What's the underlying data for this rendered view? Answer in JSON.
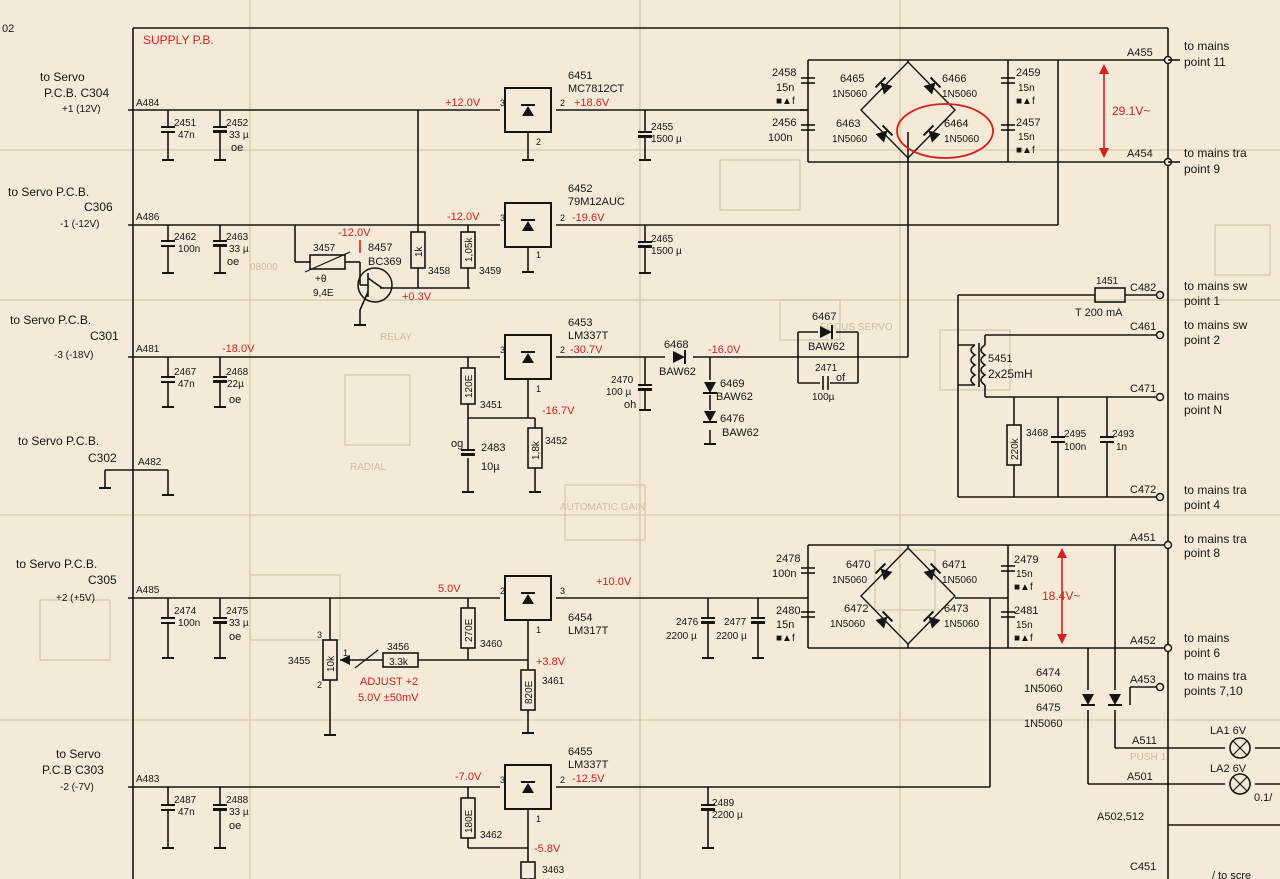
{
  "page_ref": "02",
  "board_title": "SUPPLY  P.B.",
  "left_connectors": [
    {
      "dest": "to Servo",
      "dest2": "P.C.B. C304",
      "rail": "+1 (12V)",
      "pin": "A484"
    },
    {
      "dest": "to Servo P.C.B.",
      "dest2": "C306",
      "rail": "-1 (-12V)",
      "pin": "A486"
    },
    {
      "dest": "to Servo P.C.B.",
      "dest2": "C301",
      "rail": "-3 (-18V)",
      "pin": "A481"
    },
    {
      "dest": "to Servo P.C.B.",
      "dest2": "C302",
      "rail": "",
      "pin": "A482"
    },
    {
      "dest": "to Servo P.C.B.",
      "dest2": "C305",
      "rail": "+2 (+5V)",
      "pin": "A485"
    },
    {
      "dest": "to Servo",
      "dest2": "P.C.B  C303",
      "rail": "-2 (-7V)",
      "pin": "A483"
    }
  ],
  "right_connectors": [
    {
      "pin": "A455",
      "dest": "to mains",
      "point": "point 11"
    },
    {
      "pin": "A454",
      "dest": "to mains tra",
      "point": "point 9"
    },
    {
      "pin": "C482",
      "dest": "to mains sw",
      "point": "point 1"
    },
    {
      "pin": "C461",
      "dest": "to mains sw",
      "point": "point 2"
    },
    {
      "pin": "C471",
      "dest": "to mains",
      "point": "point N"
    },
    {
      "pin": "C472",
      "dest": "to mains tra",
      "point": "point 4"
    },
    {
      "pin": "A451",
      "dest": "to mains tra",
      "point": "point 8"
    },
    {
      "pin": "A452",
      "dest": "to mains",
      "point": "point 6"
    },
    {
      "pin": "A453",
      "dest": "to mains tra",
      "point": "points 7,10"
    }
  ],
  "regulators": [
    {
      "ref": "6451",
      "type": "MC7812CT"
    },
    {
      "ref": "6452",
      "type": "79M12AUC"
    },
    {
      "ref": "6453",
      "type": "LM337T"
    },
    {
      "ref": "6454",
      "type": "LM317T"
    },
    {
      "ref": "6455",
      "type": "LM337T"
    }
  ],
  "capacitors": [
    {
      "ref": "2451",
      "value": "47n"
    },
    {
      "ref": "2452",
      "value": "33 µ",
      "note": "oe"
    },
    {
      "ref": "2455",
      "value": "1500 µ"
    },
    {
      "ref": "2462",
      "value": "100n"
    },
    {
      "ref": "2463",
      "value": "33 µ",
      "note": "oe"
    },
    {
      "ref": "2465",
      "value": "1500 µ"
    },
    {
      "ref": "2467",
      "value": "47n"
    },
    {
      "ref": "2468",
      "value": "22µ",
      "note": "oe"
    },
    {
      "ref": "2470",
      "value": "100 µ",
      "note": "oh"
    },
    {
      "ref": "2471",
      "value": "100µ",
      "note": "of"
    },
    {
      "ref": "2483",
      "value": "10µ",
      "note": "og"
    },
    {
      "ref": "2474",
      "value": "100n"
    },
    {
      "ref": "2475",
      "value": "33 µ",
      "note": "oe"
    },
    {
      "ref": "2476",
      "value": "2200 µ"
    },
    {
      "ref": "2477",
      "value": "2200 µ"
    },
    {
      "ref": "2487",
      "value": "47n"
    },
    {
      "ref": "2488",
      "value": "33 µ",
      "note": "oe"
    },
    {
      "ref": "2489",
      "value": "2200 µ"
    },
    {
      "ref": "2458",
      "value": "15n",
      "note": "■▲f"
    },
    {
      "ref": "2456",
      "value": "100n"
    },
    {
      "ref": "2459",
      "value": "15n",
      "note": "■▲f"
    },
    {
      "ref": "2457",
      "value": "15n",
      "note": "■▲f"
    },
    {
      "ref": "2478",
      "value": "100n"
    },
    {
      "ref": "2480",
      "value": "15n",
      "note": "■▲f"
    },
    {
      "ref": "2479",
      "value": "15n",
      "note": "■▲f"
    },
    {
      "ref": "2481",
      "value": "15n",
      "note": "■▲f"
    },
    {
      "ref": "2495",
      "value": "100n"
    },
    {
      "ref": "2493",
      "value": "1n"
    }
  ],
  "resistors": [
    {
      "ref": "3457",
      "value": "+θ",
      "note": "9,4E"
    },
    {
      "ref": "3458",
      "value": "1k"
    },
    {
      "ref": "3459",
      "value": "1,05k"
    },
    {
      "ref": "3451",
      "value": "120E"
    },
    {
      "ref": "3452",
      "value": "1,8k"
    },
    {
      "ref": "3455",
      "value": "10k"
    },
    {
      "ref": "3456",
      "value": "3.3k"
    },
    {
      "ref": "3460",
      "value": "270E"
    },
    {
      "ref": "3461",
      "value": "820E"
    },
    {
      "ref": "3462",
      "value": "180E"
    },
    {
      "ref": "3463",
      "value": ""
    },
    {
      "ref": "3468",
      "value": "220k"
    },
    {
      "ref": "1451",
      "value": "T  200  mA"
    }
  ],
  "diodes": [
    {
      "ref": "6465",
      "type": "1N5060"
    },
    {
      "ref": "6466",
      "type": "1N5060"
    },
    {
      "ref": "6463",
      "type": "1N5060"
    },
    {
      "ref": "6464",
      "type": "1N5060"
    },
    {
      "ref": "6468",
      "type": "BAW62"
    },
    {
      "ref": "6467",
      "type": "BAW62"
    },
    {
      "ref": "6469",
      "type": "BAW62"
    },
    {
      "ref": "6476",
      "type": "BAW62"
    },
    {
      "ref": "6470",
      "type": "1N5060"
    },
    {
      "ref": "6471",
      "type": "1N5060"
    },
    {
      "ref": "6472",
      "type": "1N5060"
    },
    {
      "ref": "6473",
      "type": "1N5060"
    },
    {
      "ref": "6474",
      "type": "1N5060"
    },
    {
      "ref": "6475",
      "type": "1N5060"
    }
  ],
  "transistor": {
    "ref": "8457",
    "type": "BC369"
  },
  "inductor": {
    "ref": "5451",
    "value": "2x25mH"
  },
  "voltages": {
    "v_in_12": "+18.6V",
    "v_out_12": "+12.0V",
    "v_n12_in": "-19.6V",
    "v_n12_out": "-12.0V",
    "v_n12_tr": "-12.0V",
    "v_03": "+0.3V",
    "v_n18_out": "-18.0V",
    "v_n18_in": "-30.7V",
    "v_n16": "-16.0V",
    "v_n167": "-16.7V",
    "v_5_out": "5.0V",
    "v_10": "+10.0V",
    "v_38": "+3.8V",
    "v_n7_out": "-7.0V",
    "v_n125": "-12.5V",
    "v_n58": "-5.8V",
    "ac_top": "29.1V~",
    "ac_bottom": "18.4V~"
  },
  "adjust": {
    "label": "ADJUST +2",
    "spec": "5.0V ±50mV"
  },
  "lamps": [
    {
      "pin": "A511",
      "label": "LA1  6V",
      "value": ""
    },
    {
      "pin": "A501",
      "label": "LA2  6V",
      "value": "0.1/"
    }
  ],
  "misc_pins": [
    "A502,512",
    "C451"
  ],
  "bottom_right_text": "/ to scre",
  "highlight": "6464"
}
